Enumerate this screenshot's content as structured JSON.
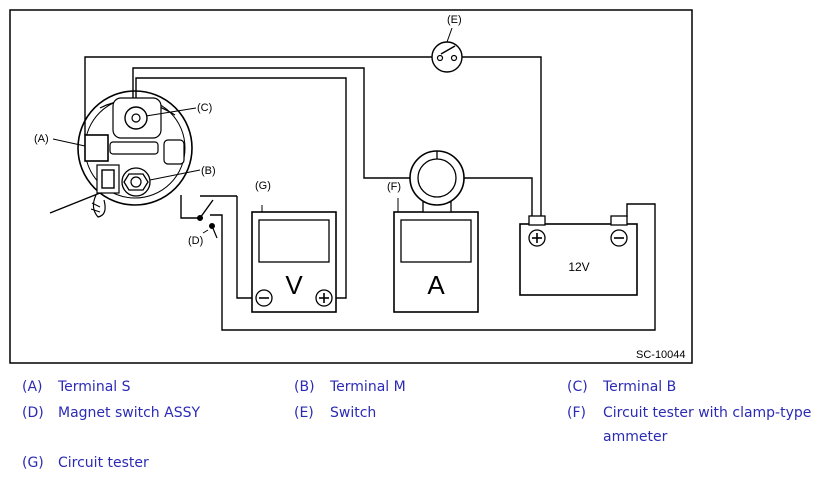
{
  "figure": {
    "code": "SC-10044",
    "callouts": {
      "A": "(A)",
      "B": "(B)",
      "C": "(C)",
      "D": "(D)",
      "E": "(E)",
      "F": "(F)",
      "G": "(G)"
    },
    "voltmeter_symbol": "V",
    "ammeter_symbol": "A",
    "battery_label": "12V"
  },
  "legend": [
    {
      "key": "(A)",
      "text": "Terminal S"
    },
    {
      "key": "(B)",
      "text": "Terminal M"
    },
    {
      "key": "(C)",
      "text": "Terminal B"
    },
    {
      "key": "(D)",
      "text": "Magnet switch ASSY"
    },
    {
      "key": "(E)",
      "text": "Switch"
    },
    {
      "key": "(F)",
      "text": "Circuit tester with clamp-type ammeter"
    },
    {
      "key": "(G)",
      "text": "Circuit tester"
    }
  ]
}
